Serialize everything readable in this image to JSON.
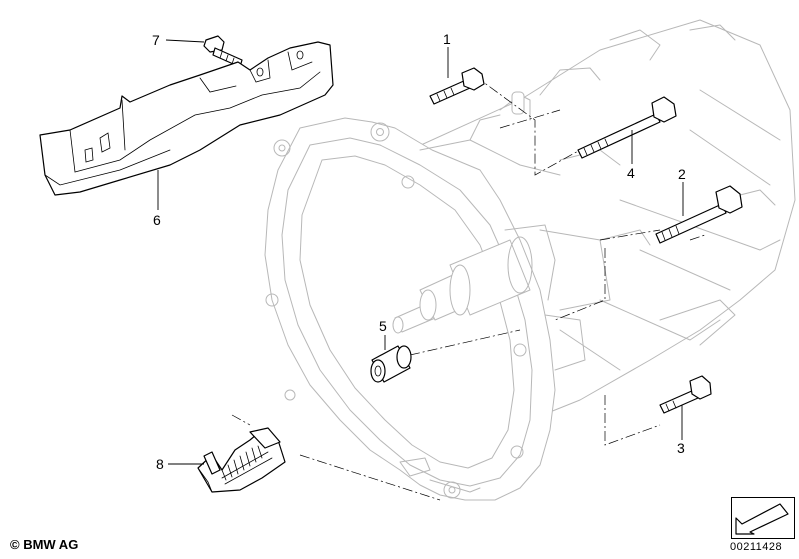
{
  "callouts": [
    {
      "id": "1",
      "label": "1"
    },
    {
      "id": "2",
      "label": "2"
    },
    {
      "id": "3",
      "label": "3"
    },
    {
      "id": "4",
      "label": "4"
    },
    {
      "id": "5",
      "label": "5"
    },
    {
      "id": "6",
      "label": "6"
    },
    {
      "id": "7",
      "label": "7"
    },
    {
      "id": "8",
      "label": "8"
    }
  ],
  "footer": {
    "copyright": "© BMW AG",
    "document_number": "00211428"
  },
  "nav_icon": "arrow-southwest-icon"
}
